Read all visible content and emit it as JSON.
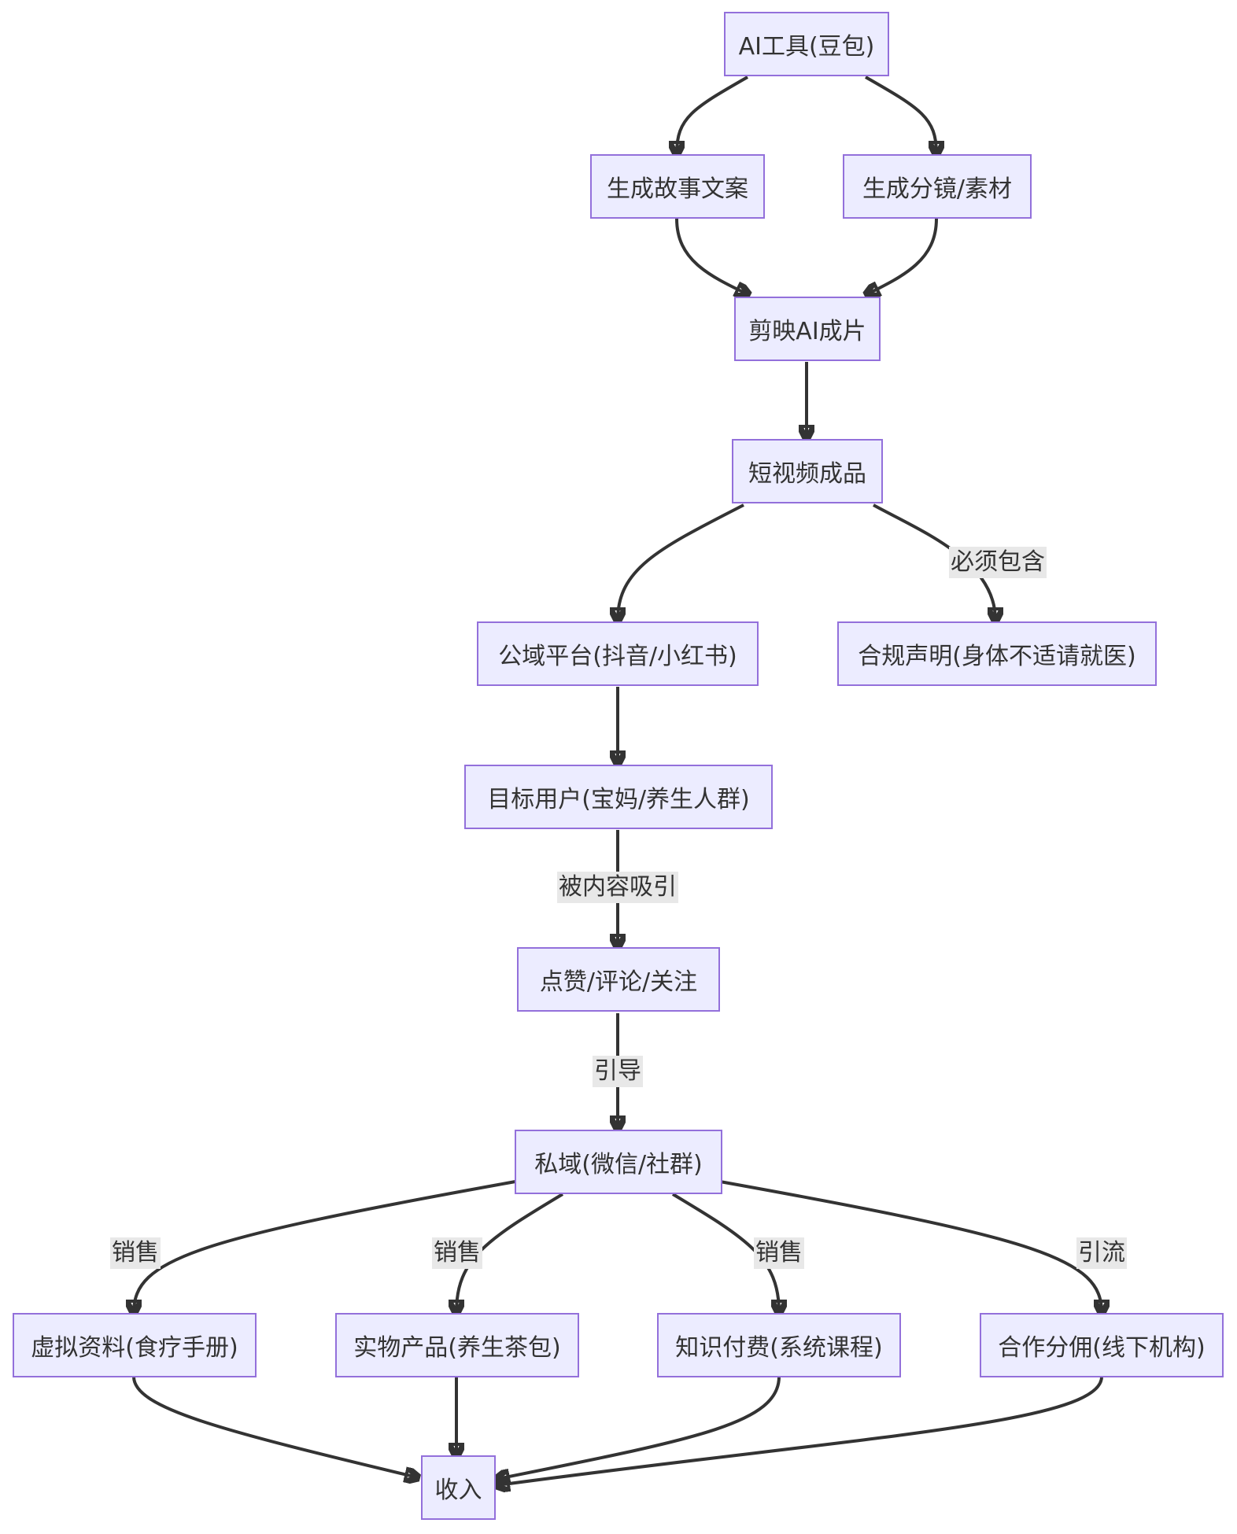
{
  "colors": {
    "node_fill": "#ececff",
    "node_border": "#9370db",
    "edge": "#333333",
    "label_bg": "#e8e8e8"
  },
  "nodes": {
    "ai_tool": "AI工具(豆包)",
    "story": "生成故事文案",
    "storyboard": "生成分镜/素材",
    "jianying": "剪映AI成片",
    "video": "短视频成品",
    "public": "公域平台(抖音/小红书)",
    "compliance": "合规声明(身体不适请就医)",
    "target": "目标用户(宝妈/养生人群)",
    "engage": "点赞/评论/关注",
    "private": "私域(微信/社群)",
    "virtual": "虚拟资料(食疗手册)",
    "physical": "实物产品(养生茶包)",
    "knowledge": "知识付费(系统课程)",
    "affiliate": "合作分佣(线下机构)",
    "income": "收入"
  },
  "edge_labels": {
    "must_include": "必须包含",
    "attracted": "被内容吸引",
    "guide": "引导",
    "sale1": "销售",
    "sale2": "销售",
    "sale3": "销售",
    "traffic": "引流"
  }
}
